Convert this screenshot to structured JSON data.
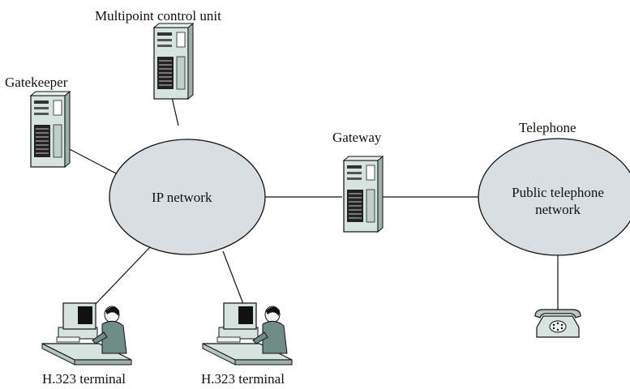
{
  "diagram": {
    "labels": {
      "mcu": "Multipoint control unit",
      "gatekeeper": "Gatekeeper",
      "gateway": "Gateway",
      "telephone": "Telephone",
      "ip_network": "IP network",
      "public_network_line1": "Public telephone",
      "public_network_line2": "network",
      "terminal_left": "H.323 terminal",
      "terminal_right": "H.323 terminal"
    },
    "colors": {
      "cloud_fill": "#d9dee3",
      "server_face": "#d7e3df",
      "server_side": "#9fb0ab",
      "outline": "#111111",
      "person_fill": "#6f8c86"
    }
  }
}
